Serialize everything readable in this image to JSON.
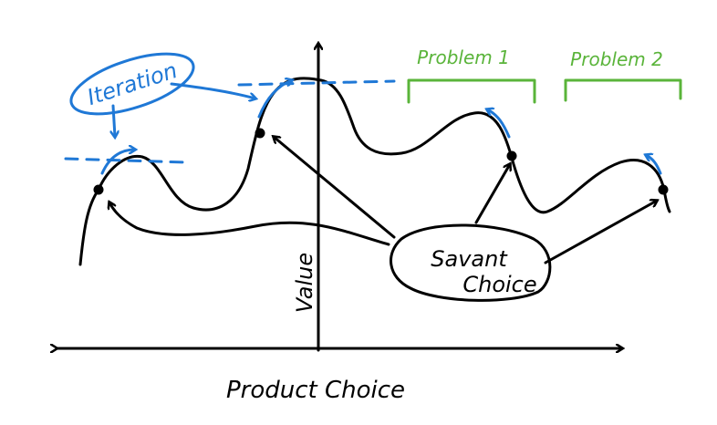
{
  "labels": {
    "x_axis": "Product Choice",
    "y_axis": "Value",
    "iteration": "Iteration",
    "savant_line1": "Savant",
    "savant_line2": "Choice",
    "problem1": "Problem 1",
    "problem2": "Problem 2"
  },
  "colors": {
    "ink": "#000000",
    "iteration": "#1f78d6",
    "problem": "#5ab43a"
  }
}
